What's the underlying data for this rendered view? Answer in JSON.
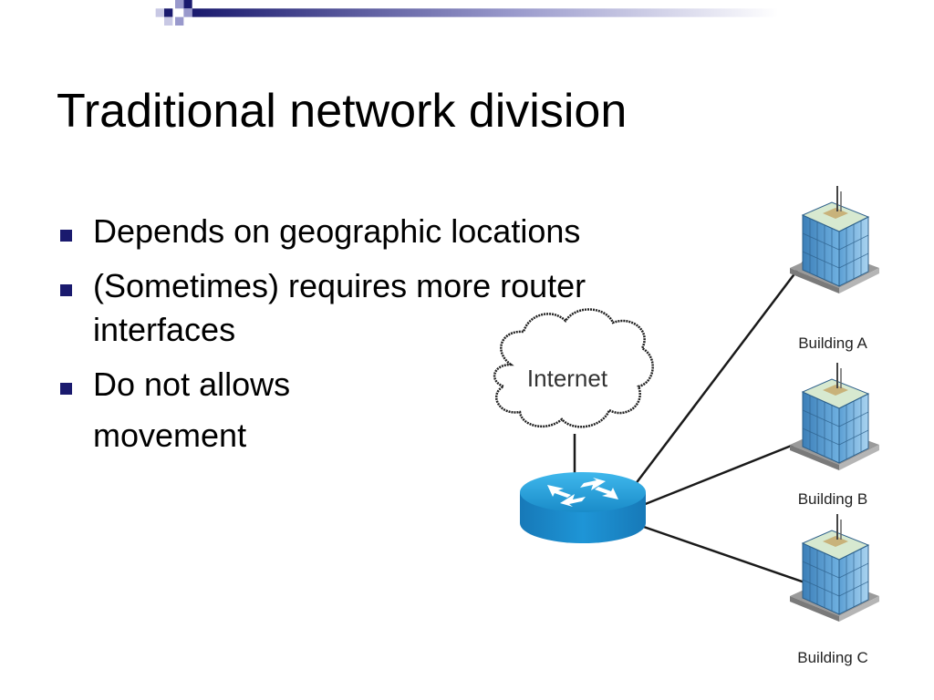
{
  "slide": {
    "title": "Traditional network division",
    "bullets": [
      {
        "text": "Depends on geographic locations"
      },
      {
        "text": "(Sometimes) requires more router",
        "continuation": "interfaces"
      },
      {
        "text": "Do not allows",
        "continuation": "movement"
      }
    ]
  },
  "diagram": {
    "cloud_label": "Internet",
    "router_icon": "router-icon",
    "buildings": [
      {
        "label": "Building A"
      },
      {
        "label": "Building B"
      },
      {
        "label": "Building C"
      }
    ]
  },
  "colors": {
    "accent_navy": "#1a1a6e",
    "accent_lavender": "#9999cc",
    "router_blue": "#1a9ad6"
  }
}
